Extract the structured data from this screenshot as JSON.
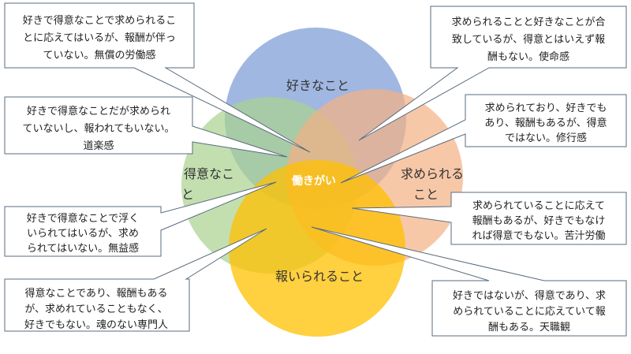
{
  "circles": {
    "like": {
      "label": "好きなこと",
      "color": "#8faadc"
    },
    "good_at": {
      "label_line1": "得意なこ",
      "label_line2": "と",
      "color": "#a9d18e"
    },
    "needed": {
      "label_line1": "求められる",
      "label_line2": "こと",
      "color": "#f4b183"
    },
    "paid": {
      "label": "報いられること",
      "color": "#ffc000"
    }
  },
  "center": {
    "label": "働きがい"
  },
  "callouts": [
    {
      "id": "top-left",
      "lines": [
        "好きで得意なことで求められるこ",
        "とに応えてはいるが、報酬が伴っ",
        "ていない。無償の労働感"
      ]
    },
    {
      "id": "mid-left",
      "lines": [
        "好きで得意なことだが求められ",
        "ていないし、報われてもいない。",
        "道楽感"
      ]
    },
    {
      "id": "lower-left",
      "lines": [
        "好きで得意なことで浮く",
        "いられてはいるが、求め",
        "られてはいない。無益感"
      ]
    },
    {
      "id": "bottom-left",
      "lines": [
        "得意なことであり、報酬もある",
        "が、求めれていることもなく、",
        "好きでもない。魂のない専門人"
      ]
    },
    {
      "id": "top-right",
      "lines": [
        "求められることと好きなことが合",
        "致しているが、得意とはいえず報",
        "酬もない。使命感"
      ]
    },
    {
      "id": "mid-right",
      "lines": [
        "求められており、好きでも",
        "あり、報酬もあるが、得意",
        "ではない。修行感"
      ]
    },
    {
      "id": "lower-right",
      "lines": [
        "求められていることに応えて",
        "報酬もあるが、好きでもなけ",
        "れば得意でもない。苦汁労働"
      ]
    },
    {
      "id": "bottom-right",
      "lines": [
        "好きではないが、得意であり、求",
        "められていることに応えていて報",
        "酬もある。天職観"
      ]
    }
  ]
}
